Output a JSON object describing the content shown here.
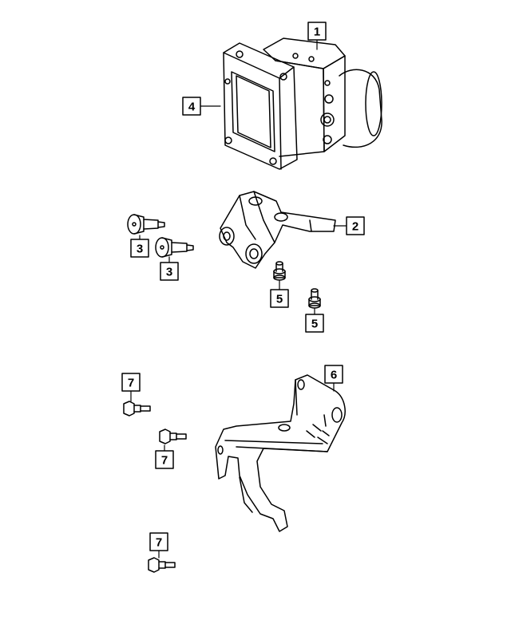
{
  "callouts": {
    "c1": "1",
    "c2": "2",
    "c3a": "3",
    "c3b": "3",
    "c4": "4",
    "c5a": "5",
    "c5b": "5",
    "c6": "6",
    "c7a": "7",
    "c7b": "7",
    "c7c": "7"
  },
  "colors": {
    "stroke": "#000000",
    "box_fill": "#ffffff",
    "background": "#ffffff"
  }
}
